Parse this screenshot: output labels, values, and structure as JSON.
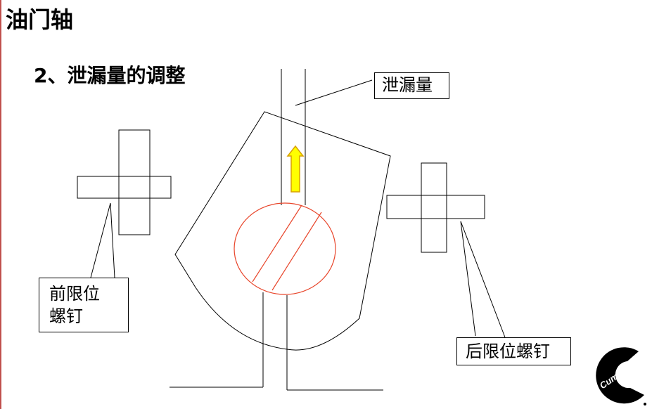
{
  "header": {
    "title": "油门轴",
    "subtitle": "2、泄漏量的调整"
  },
  "labels": {
    "leakage": "泄漏量",
    "front_screw_line1": "前限位",
    "front_screw_line2": "螺钉",
    "rear_screw": "后限位螺钉"
  },
  "logo": {
    "wordmark": "Cummins",
    "color": "#000000"
  },
  "colors": {
    "line": "#000000",
    "shaft_circle": "#e8452a",
    "arrow_fill": "#ffff00",
    "arrow_stroke": "#d9a000",
    "accent_rule": "#c0504d"
  }
}
